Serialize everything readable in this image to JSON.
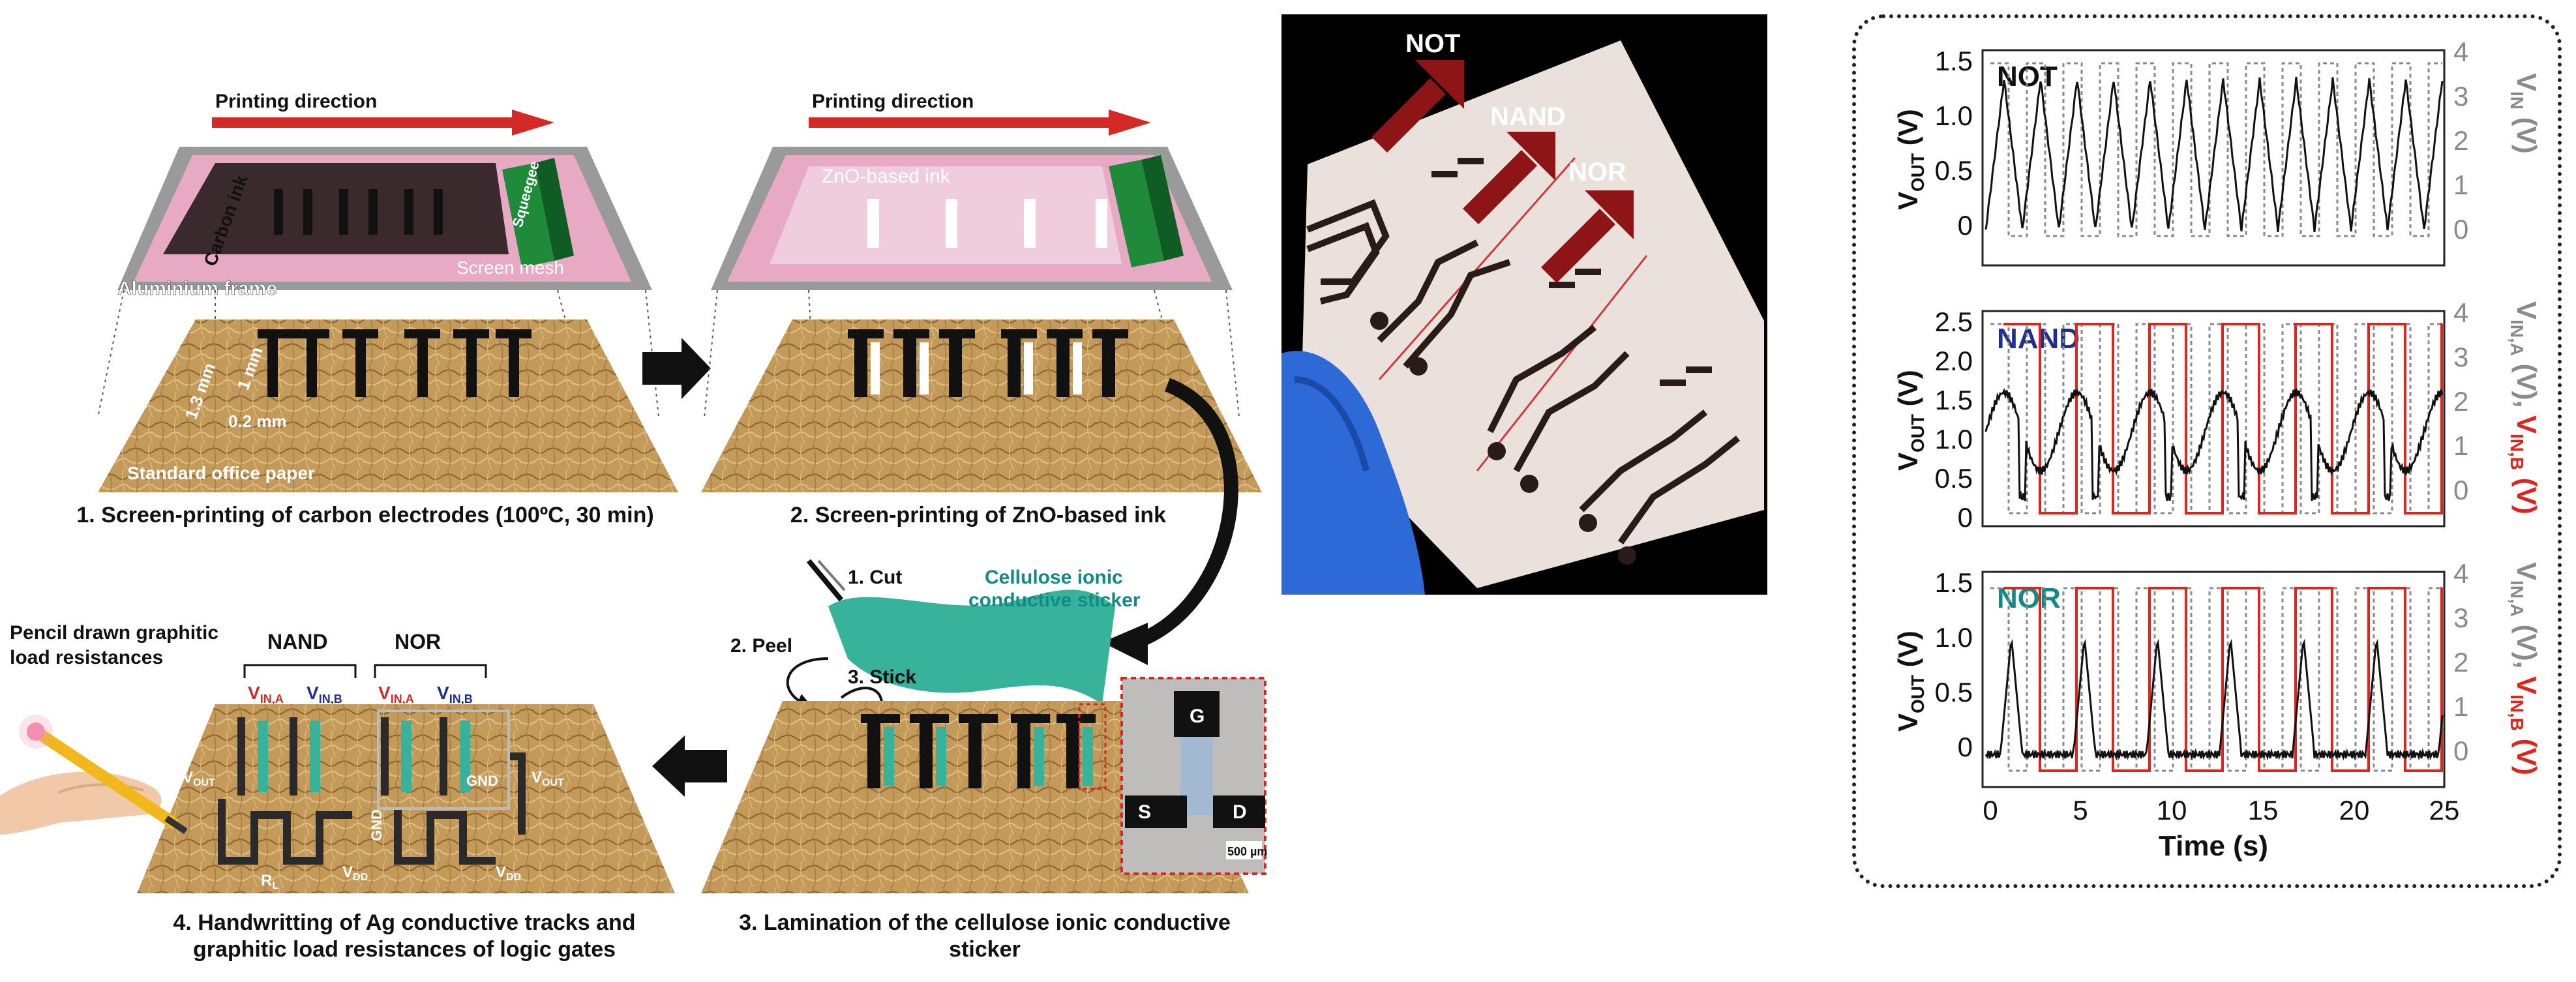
{
  "steps": {
    "step1": {
      "caption": "1. Screen-printing of carbon electrodes (100ºC, 30 min)",
      "printing_direction": "Printing direction",
      "carbon_ink": "Carbon ink",
      "squeegee": "Squeegee",
      "screen_mesh": "Screen mesh",
      "aluminium_frame": "Aluminium frame",
      "dim_a": "1.3 mm",
      "dim_b": "1 mm",
      "dim_c": "0.2 mm",
      "paper": "Standard office paper"
    },
    "step2": {
      "caption": "2. Screen-printing of ZnO-based ink",
      "printing_direction": "Printing direction",
      "zno_ink": "ZnO-based ink"
    },
    "step3": {
      "caption_line1": "3. Lamination of the cellulose ionic conductive",
      "caption_line2": "sticker",
      "cut": "1. Cut",
      "peel": "2. Peel",
      "stick": "3. Stick",
      "sticker_line1": "Cellulose ionic",
      "sticker_line2": "conductive sticker",
      "inset_g": "G",
      "inset_s": "S",
      "inset_d": "D",
      "scale": "500 µm"
    },
    "step4": {
      "caption_line1": "4. Handwritting of Ag conductive tracks and",
      "caption_line2": "graphitic load resistances of logic gates",
      "pencil_line1": "Pencil drawn graphitic",
      "pencil_line2": "load resistances",
      "nand": "NAND",
      "nor": "NOR",
      "vin_a": "V",
      "vin_a_sub": "IN,A",
      "vin_b": "V",
      "vin_b_sub": "IN,B",
      "vout": "V",
      "vout_sub": "OUT",
      "gnd": "GND",
      "vdd": "V",
      "vdd_sub": "DD",
      "rl": "R",
      "rl_sub": "L"
    }
  },
  "photo": {
    "not": "NOT",
    "nand": "NAND",
    "nor": "NOR"
  },
  "charts": {
    "xlabel": "Time (s)",
    "xticks": [
      "0",
      "5",
      "10",
      "15",
      "20",
      "25"
    ],
    "panels": [
      {
        "name": "NOT",
        "name_color": "#111111",
        "yticks": [
          "0",
          "0.5",
          "1.0",
          "1.5"
        ],
        "y2ticks": [
          "0",
          "1",
          "2",
          "3",
          "4"
        ],
        "ylabel": "V",
        "ylabel_sub": "OUT",
        "ylabel_unit": " (V)",
        "y2label": "V",
        "y2label_sub": "IN",
        "y2label_unit": " (V)"
      },
      {
        "name": "NAND",
        "name_color": "#1f2f8f",
        "yticks": [
          "0",
          "0.5",
          "1.0",
          "1.5",
          "2.0",
          "2.5"
        ],
        "y2ticks": [
          "0",
          "1",
          "2",
          "3",
          "4"
        ],
        "ylabel": "V",
        "ylabel_sub": "OUT",
        "ylabel_unit": " (V)",
        "y2label_a": "V",
        "y2label_a_sub": "IN,A",
        "y2label_a_unit": " (V), ",
        "y2label_b": "V",
        "y2label_b_sub": "IN,B",
        "y2label_b_unit": " (V)"
      },
      {
        "name": "NOR",
        "name_color": "#138a86",
        "yticks": [
          "0",
          "0.5",
          "1.0",
          "1.5"
        ],
        "y2ticks": [
          "0",
          "1",
          "2",
          "3",
          "4"
        ],
        "ylabel": "V",
        "ylabel_sub": "OUT",
        "ylabel_unit": " (V)",
        "y2label_a": "V",
        "y2label_a_sub": "IN,A",
        "y2label_a_unit": " (V), ",
        "y2label_b": "V",
        "y2label_b_sub": "IN,B",
        "y2label_b_unit": " (V)"
      }
    ]
  },
  "colors": {
    "arrow_red": "#d42a25",
    "paper_brown": "#c49a5a",
    "electrode": "#1a1a1a",
    "zno": "#ffffff",
    "sticker": "#36b39a",
    "frame": "#8d8d8d",
    "mesh": "#e8a9c4",
    "trace_black": "#111111",
    "trace_gray": "#8a8a8a",
    "trace_red": "#e0241d",
    "dark_red_arrow": "#8e1515"
  }
}
